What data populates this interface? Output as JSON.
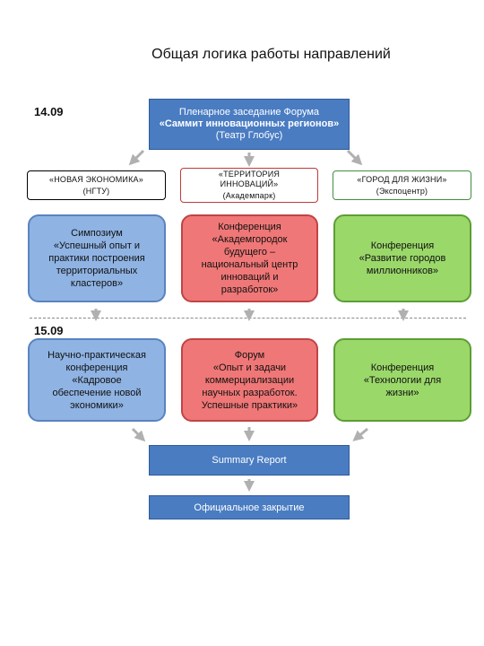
{
  "title": "Общая логика работы направлений",
  "dates": {
    "day1": "14.09",
    "day2": "15.09"
  },
  "plenary": {
    "line1": "Пленарное заседание Форума",
    "line2": "«Саммит инновационных регионов»",
    "line3": "(Театр Глобус)"
  },
  "tracks": [
    {
      "title": "«НОВАЯ ЭКОНОМИКА»",
      "venue": "(НГТУ)"
    },
    {
      "title": "«ТЕРРИТОРИЯ\nИННОВАЦИЙ»",
      "venue": "(Академпарк)"
    },
    {
      "title": "«ГОРОД ДЛЯ ЖИЗНИ»",
      "venue": "(Экспоцентр)"
    }
  ],
  "day1_events": [
    "Симпозиум\n«Успешный опыт и\nпрактики построения\nтерриториальных\nкластеров»",
    "Конференция\n«Академгородок\nбудущего –\nнациональный центр\nинноваций и\nразработок»",
    "Конференция\n«Развитие городов\nмиллионников»"
  ],
  "day2_events": [
    "Научно-практическая\nконференция\n«Кадровое\nобеспечение новой\nэкономики»",
    "Форум\n«Опыт и задачи\nкоммерциализации\nнаучных разработок.\nУспешные практики»",
    "Конференция\n«Технологии для\nжизни»"
  ],
  "summary": "Summary Report",
  "closing": "Официальное закрытие",
  "colors": {
    "plenary": "#4a7cc2",
    "blue_track": "#8fb3e3",
    "red_track": "#f07777",
    "green_track": "#9bd86a",
    "arrow": "#b0b0b0"
  }
}
